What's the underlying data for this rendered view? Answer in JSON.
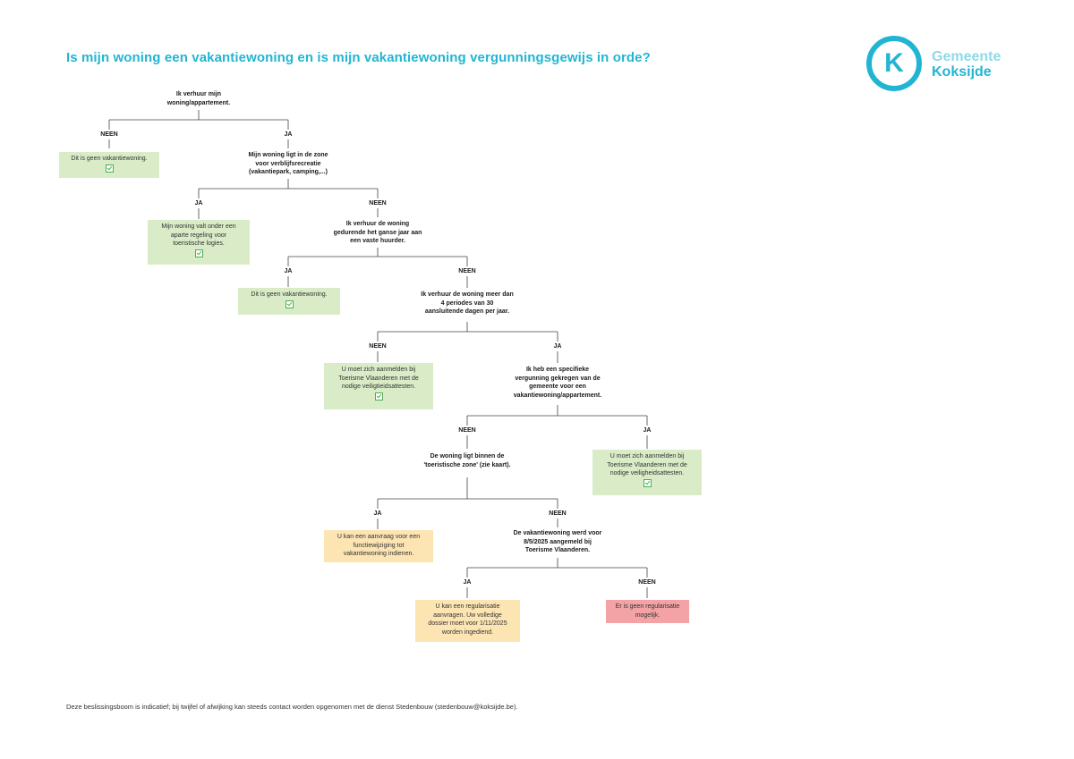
{
  "header": {
    "title": "Is mijn woning een vakantiewoning en is mijn vakantiewoning vergunningsgewijs in orde?"
  },
  "logo": {
    "letter": "K",
    "line1": "Gemeente",
    "line2": "Koksijde"
  },
  "tree": {
    "q1": "Ik verhuur mijn\nwoning/appartement.",
    "q1_no": "NEEN",
    "q1_yes": "JA",
    "r1": "Dit is geen vakantiewoning.",
    "q2": "Mijn woning ligt in de zone\nvoor verblijfsrecreatie\n(vakantiepark, camping,...)",
    "q2_yes": "JA",
    "q2_no": "NEEN",
    "r2": "Mijn woning valt onder een\naparte regeling voor\ntoeristische logies.",
    "q3": "Ik verhuur de woning\ngedurende het ganse jaar aan\neen vaste huurder.",
    "q3_yes": "JA",
    "q3_no": "NEEN",
    "r3": "Dit is geen vakantiewoning.",
    "q4": "Ik verhuur de woning meer dan\n4 periodes van 30\naansluitende dagen per jaar.",
    "q4_no": "NEEN",
    "q4_yes": "JA",
    "r4": "U moet zich aanmelden bij\nToerisme Vlaanderen met de\nnodige veiligtieidsattesten.",
    "q5": "Ik heb een specifieke\nvergunning gekregen van de\ngemeente voor een\nvakantiewoning/appartement.",
    "q5_no": "NEEN",
    "q5_yes": "JA",
    "r5": "U moet zich aanmelden bij\nToerisme Vlaanderen met de\nnodige veiligheidsattesten.",
    "q6": "De woning ligt binnen de\n'toeristische zone' (zie kaart).",
    "q6_yes": "JA",
    "q6_no": "NEEN",
    "r6": "U kan een aanvraag voor een\nfunctiewijziging tot\nvakantiewoning indienen.",
    "q7": "De vakantiewoning werd voor\n8/5/2025 aangemeld bij\nToerisme Vlaanderen.",
    "q7_yes": "JA",
    "q7_no": "NEEN",
    "r7": "U kan een regularisatie\naanvragen. Uw volledige\ndossier moet voor 1/11/2025\nworden ingediend.",
    "r8": "Er is geen regularisatie\nmogelijk."
  },
  "colors": {
    "accent": "#22b5d3",
    "accent_light": "#8fd9e8",
    "green_box": "#d9ecc7",
    "orange_box": "#fce4b3",
    "red_box": "#f3a3a6"
  },
  "footer": {
    "text": "Deze beslissingsboom is indicatief; bij twijfel of afwijking kan steeds contact worden opgenomen met de dienst Stedenbouw (stedenbouw@koksijde.be)."
  }
}
